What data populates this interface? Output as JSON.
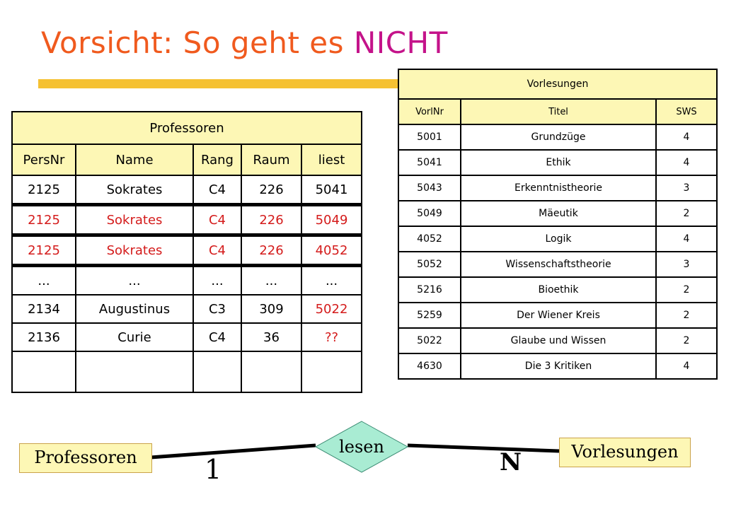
{
  "slide": {
    "title_prefix": "Vorsicht: So geht es ",
    "title_highlight": "NICHT"
  },
  "colors": {
    "title": "#f05a1e",
    "title_highlight": "#c4138a",
    "title_bar": "#f5c132",
    "header_fill": "#fdf7b5",
    "error_text": "#d41b1b"
  },
  "professoren": {
    "caption": "Professoren",
    "columns": [
      "PersNr",
      "Name",
      "Rang",
      "Raum",
      "liest"
    ],
    "rows": [
      [
        "2125",
        "Sokrates",
        "C4",
        "226",
        "5041"
      ],
      [
        "2125",
        "Sokrates",
        "C4",
        "226",
        "5049"
      ],
      [
        "2125",
        "Sokrates",
        "C4",
        "226",
        "4052"
      ],
      [
        "...",
        "...",
        "...",
        "...",
        "..."
      ],
      [
        "2134",
        "Augustinus",
        "C3",
        "309",
        "5022"
      ],
      [
        "2136",
        "Curie",
        "C4",
        "36",
        "??"
      ]
    ]
  },
  "vorlesungen": {
    "caption": "Vorlesungen",
    "columns": [
      "VorlNr",
      "Titel",
      "SWS"
    ],
    "rows": [
      [
        "5001",
        "Grundzüge",
        "4"
      ],
      [
        "5041",
        "Ethik",
        "4"
      ],
      [
        "5043",
        "Erkenntnistheorie",
        "3"
      ],
      [
        "5049",
        "Mäeutik",
        "2"
      ],
      [
        "4052",
        "Logik",
        "4"
      ],
      [
        "5052",
        "Wissenschaftstheorie",
        "3"
      ],
      [
        "5216",
        "Bioethik",
        "2"
      ],
      [
        "5259",
        "Der Wiener Kreis",
        "2"
      ],
      [
        "5022",
        "Glaube und Wissen",
        "2"
      ],
      [
        "4630",
        "Die 3 Kritiken",
        "4"
      ]
    ]
  },
  "er_diagram": {
    "entity_left": "Professoren",
    "relationship": "lesen",
    "entity_right": "Vorlesungen",
    "cardinality_left": "1",
    "cardinality_right": "N"
  }
}
